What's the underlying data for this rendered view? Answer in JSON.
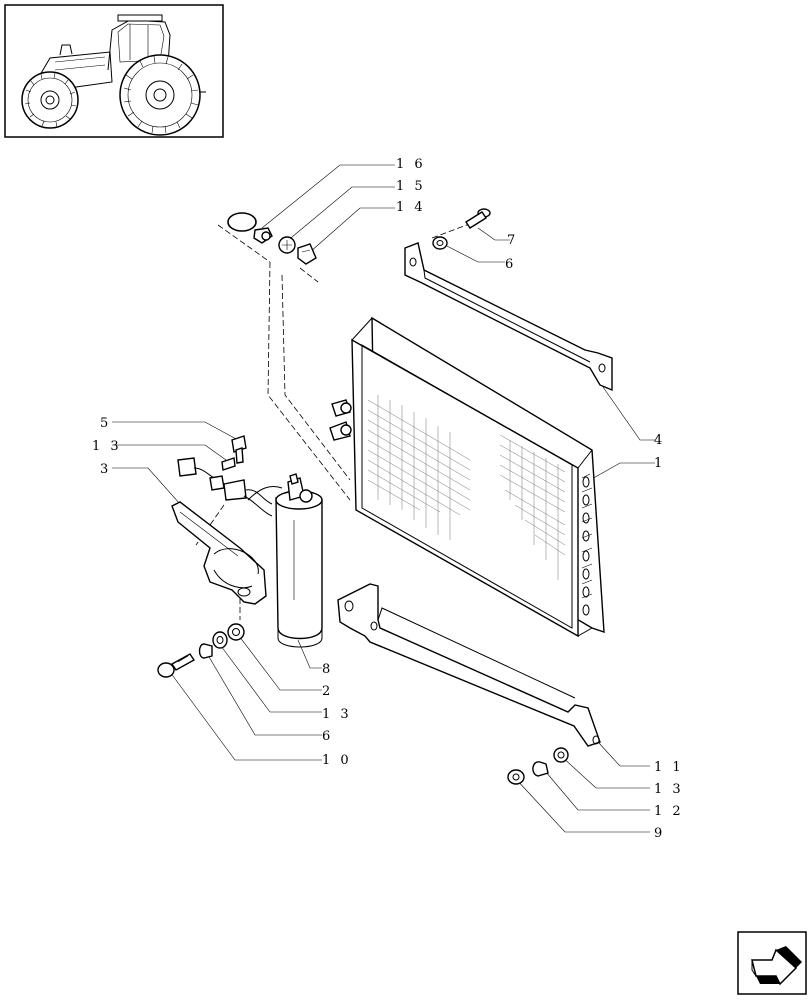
{
  "callouts": [
    {
      "id": "16",
      "label": "1 6"
    },
    {
      "id": "15",
      "label": "1 5"
    },
    {
      "id": "14",
      "label": "1 4"
    },
    {
      "id": "7",
      "label": "7"
    },
    {
      "id": "6a",
      "label": "6"
    },
    {
      "id": "5",
      "label": "5"
    },
    {
      "id": "13a",
      "label": "1 3"
    },
    {
      "id": "3",
      "label": "3"
    },
    {
      "id": "4",
      "label": "4"
    },
    {
      "id": "1",
      "label": "1"
    },
    {
      "id": "8",
      "label": "8"
    },
    {
      "id": "2",
      "label": "2"
    },
    {
      "id": "13b",
      "label": "1 3"
    },
    {
      "id": "6b",
      "label": "6"
    },
    {
      "id": "10",
      "label": "1 0"
    },
    {
      "id": "11",
      "label": "1 1"
    },
    {
      "id": "13c",
      "label": "1 3"
    },
    {
      "id": "12",
      "label": "1 2"
    },
    {
      "id": "9",
      "label": "9"
    }
  ],
  "icons": {
    "thumbnail": "tractor-thumbnail-icon",
    "navigation": "arrow-navigation-icon"
  }
}
